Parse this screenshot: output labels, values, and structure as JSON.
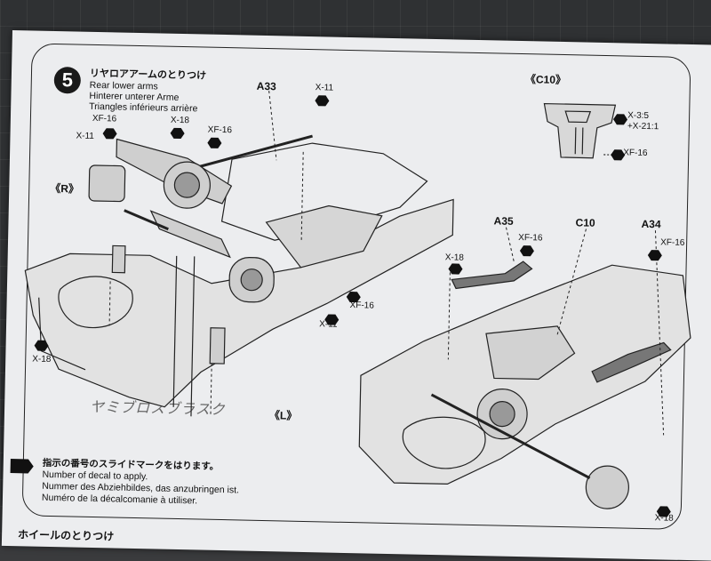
{
  "step": {
    "number": "5",
    "title_jp": "リヤロアアームのとりつけ",
    "title_en": "Rear lower arms",
    "title_de": "Hinterer unterer Arme",
    "title_fr": "Triangles inférieurs arrière"
  },
  "side_labels": {
    "right": "《R》",
    "left": "《L》"
  },
  "inset": {
    "label": "《C10》",
    "screw1": "X-3:5",
    "screw2": "+X-21:1",
    "screw3": "XF-16"
  },
  "parts": {
    "a33": "A33",
    "a35": "A35",
    "c10": "C10",
    "a34": "A34"
  },
  "callouts": {
    "x11_top": "X-11",
    "xf16_a": "XF-16",
    "x18_a": "X-18",
    "xf16_b": "XF-16",
    "x11_left": "X-11",
    "x11_mid": "X-11",
    "xf16_mid": "XF-16",
    "x18_left": "X-18",
    "xf16_a35": "XF-16",
    "x18_a35": "X-18",
    "xf16_a34": "XF-16",
    "x18_bottom": "X-18"
  },
  "handwriting": "ヤミブロスブラスク",
  "decal_note": {
    "jp": "指示の番号のスライドマークをはります。",
    "en": "Number of decal to apply.",
    "de": "Nummer des Abziehbildes, das anzubringen ist.",
    "fr": "Numéro de la décalcomanie à utiliser."
  },
  "next_step_jp": "ホイールのとりつけ"
}
